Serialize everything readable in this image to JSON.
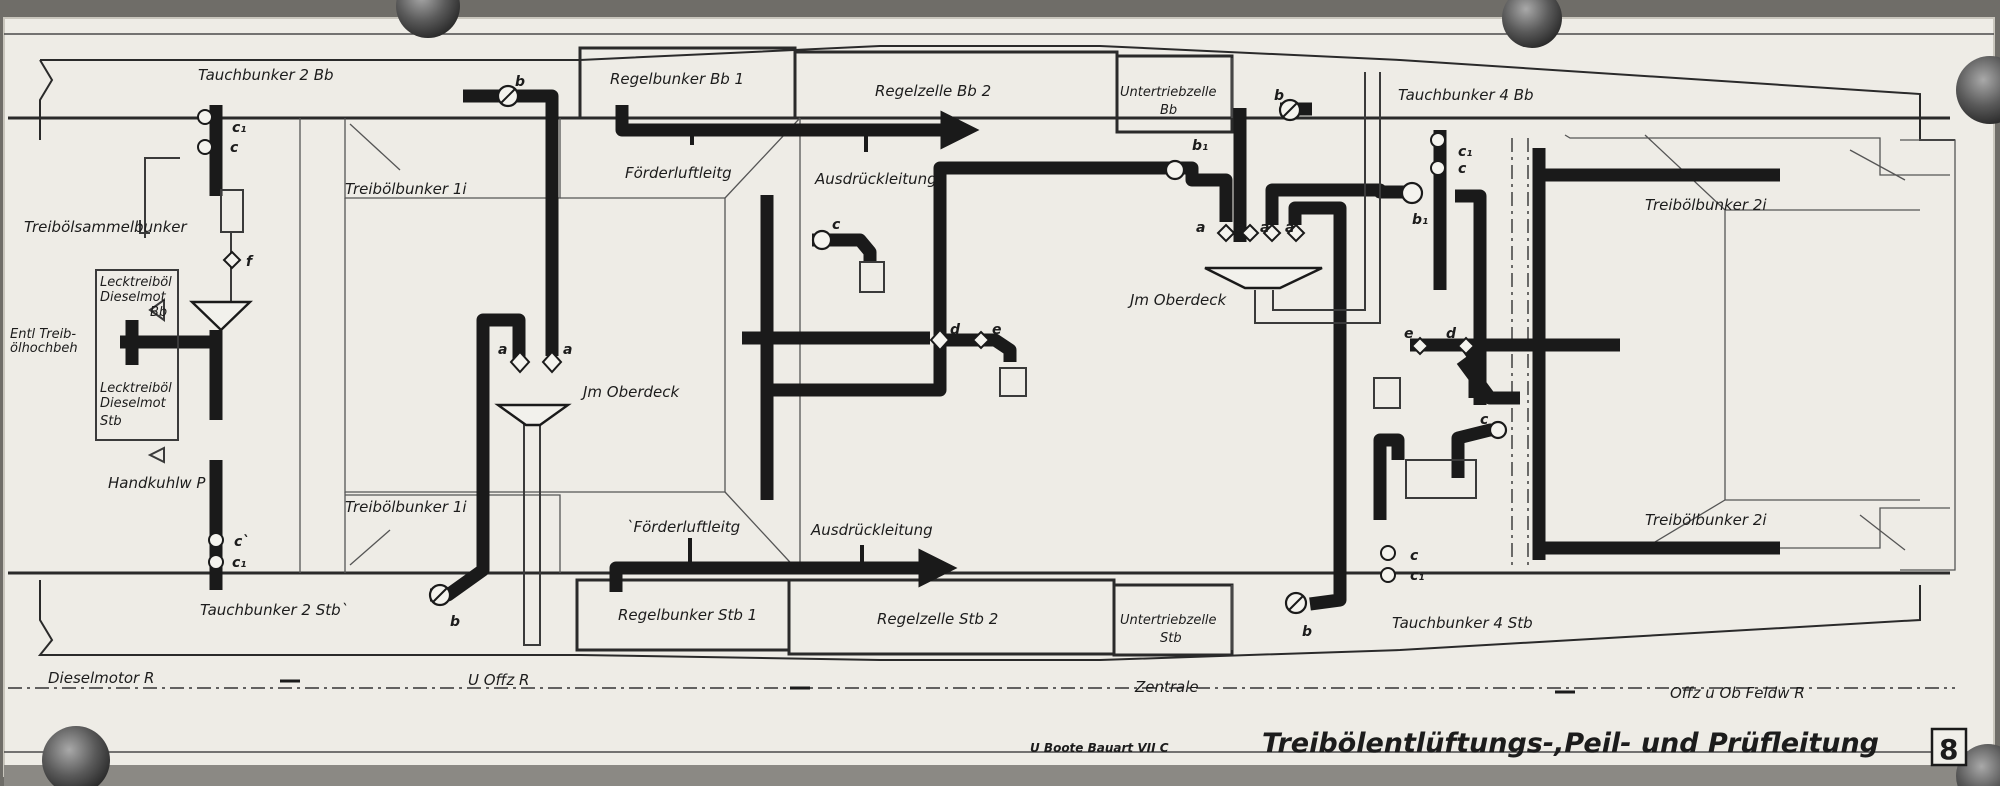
{
  "labels": {
    "tauchbunker_2_bb": "Tauchbunker 2 Bb",
    "tauchbunker_2_stb": "Tauchbunker 2 Stb`",
    "tauchbunker_4_bb": "Tauchbunker 4 Bb",
    "tauchbunker_4_stb": "Tauchbunker 4 Stb",
    "regelbunker_bb1": "Regelbunker Bb 1",
    "regelzelle_bb2": "Regelzelle Bb 2",
    "untertriebzelle_bb_1": "Untertriebzelle",
    "untertriebzelle_bb_2": "Bb",
    "regelbunker_stb1": "Regelbunker Stb 1",
    "regelzelle_stb2": "Regelzelle Stb 2",
    "untertriebzelle_stb_1": "Untertriebzelle",
    "untertriebzelle_stb_2": "Stb",
    "treiboelbunker_1i_top": "Treibölbunker 1i",
    "treiboelbunker_1i_bottom": "Treibölbunker 1i",
    "treiboelbunker_2i_top": "Treibölbunker 2i",
    "treiboelbunker_2i_bottom": "Treibölbunker 2i",
    "foerderluftleitg_top": "Förderluftleitg",
    "foerderluftleitg_bottom": "`Förderluftleitg",
    "ausdrueckleitung_top": "Ausdrückleitung",
    "ausdrueckleitung_bottom": "Ausdrückleitung",
    "im_oberdeck_1": "Jm Oberdeck",
    "im_oberdeck_2": "Jm Oberdeck",
    "treiboelsammelbunker": "Treibölsammelbunker",
    "lecktreiboel_bb_1": "Lecktreiböl",
    "lecktreiboel_bb_2": "Dieselmot",
    "lecktreiboel_bb_3": "Bb",
    "entl_treib_1": "Entl Treib-",
    "entl_treib_2": "ölhochbeh",
    "lecktreiboel_stb_1": "Lecktreiböl",
    "lecktreiboel_stb_2": "Dieselmot",
    "lecktreiboel_stb_3": "Stb",
    "handkuhlw": "Handkuhlw  P"
  },
  "valve_marks": {
    "b": "b",
    "c": "c",
    "c1": "c₁",
    "c_prime": "c`",
    "a": "a",
    "d": "d",
    "e": "e",
    "f": "f",
    "b1": "b₁"
  },
  "sections": {
    "dieselmotor": "Dieselmotor  R",
    "u_offz": "U Offz  R",
    "zentrale": "Zentrale",
    "offz_feldw": "Offz u Ob Feldw  R"
  },
  "footer": {
    "class": "U Boote Bauart  VII C",
    "title": "Treibölentlüftungs-,Peil-  und  Prüfleitung",
    "plate_number": "8"
  },
  "colors": {
    "paper": "#eeece6",
    "ink": "#1a1a1a",
    "background": "#6f6d68"
  }
}
